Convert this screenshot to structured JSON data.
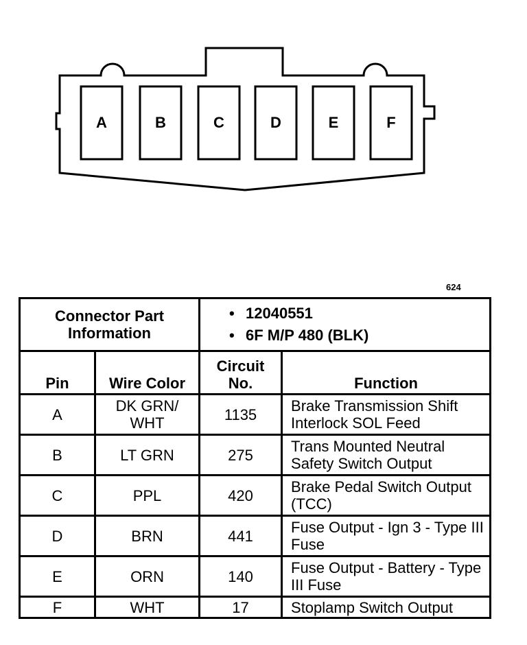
{
  "connector": {
    "cavities": [
      "A",
      "B",
      "C",
      "D",
      "E",
      "F"
    ]
  },
  "figure_id": "624",
  "connector_info": {
    "label": "Connector Part Information",
    "values": [
      "12040551",
      "6F M/P 480 (BLK)"
    ]
  },
  "table": {
    "headers": {
      "pin": "Pin",
      "wire_color": "Wire Color",
      "circuit": "Circuit No.",
      "function": "Function"
    },
    "rows": [
      {
        "pin": "A",
        "wire_color": "DK GRN/ WHT",
        "circuit": "1135",
        "function": "Brake Transmission Shift Interlock SOL Feed"
      },
      {
        "pin": "B",
        "wire_color": "LT GRN",
        "circuit": "275",
        "function": "Trans Mounted Neutral Safety Switch Output"
      },
      {
        "pin": "C",
        "wire_color": "PPL",
        "circuit": "420",
        "function": "Brake Pedal Switch Output (TCC)"
      },
      {
        "pin": "D",
        "wire_color": "BRN",
        "circuit": "441",
        "function": "Fuse Output - Ign 3 - Type III Fuse"
      },
      {
        "pin": "E",
        "wire_color": "ORN",
        "circuit": "140",
        "function": "Fuse Output - Battery - Type III Fuse"
      },
      {
        "pin": "F",
        "wire_color": "WHT",
        "circuit": "17",
        "function": "Stoplamp Switch Output"
      }
    ]
  }
}
